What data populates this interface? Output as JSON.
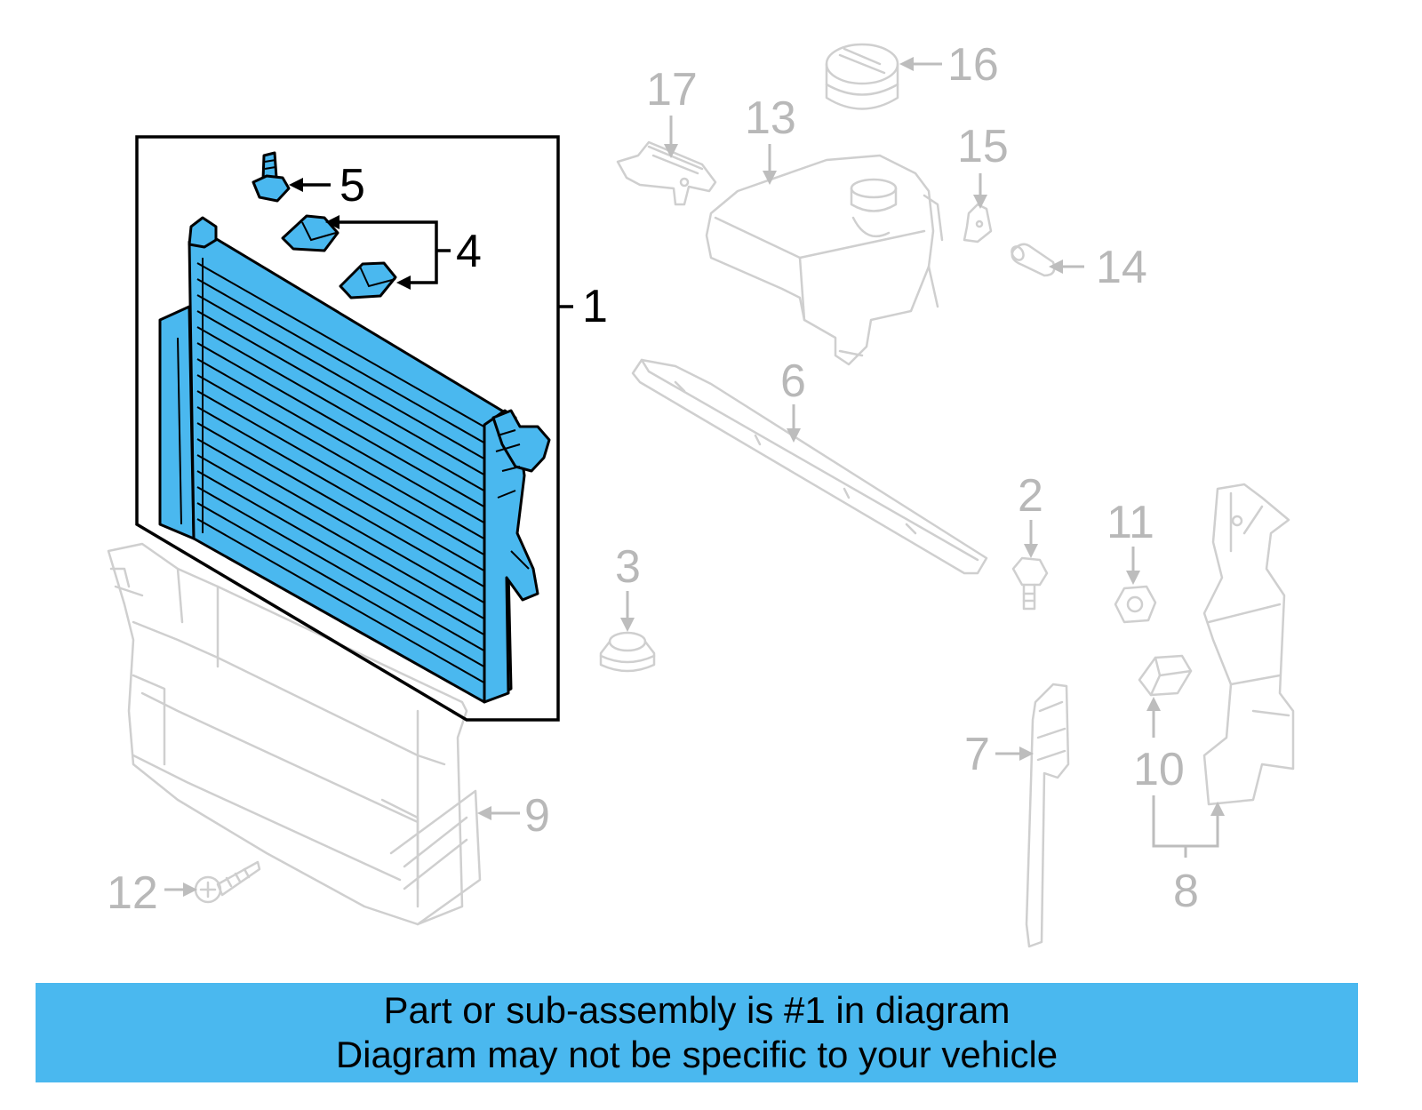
{
  "diagram": {
    "highlight_color": "#4ab8ef",
    "ghost_color": "#cfcfcf",
    "callouts": {
      "c1": "1",
      "c2": "2",
      "c3": "3",
      "c4": "4",
      "c5": "5",
      "c6": "6",
      "c7": "7",
      "c8": "8",
      "c9": "9",
      "c10": "10",
      "c11": "11",
      "c12": "12",
      "c13": "13",
      "c14": "14",
      "c15": "15",
      "c16": "16",
      "c17": "17"
    }
  },
  "banner": {
    "line1": "Part or sub-assembly is #1 in diagram",
    "line2": "Diagram may not be specific to your vehicle",
    "background": "#4ab8ef"
  }
}
